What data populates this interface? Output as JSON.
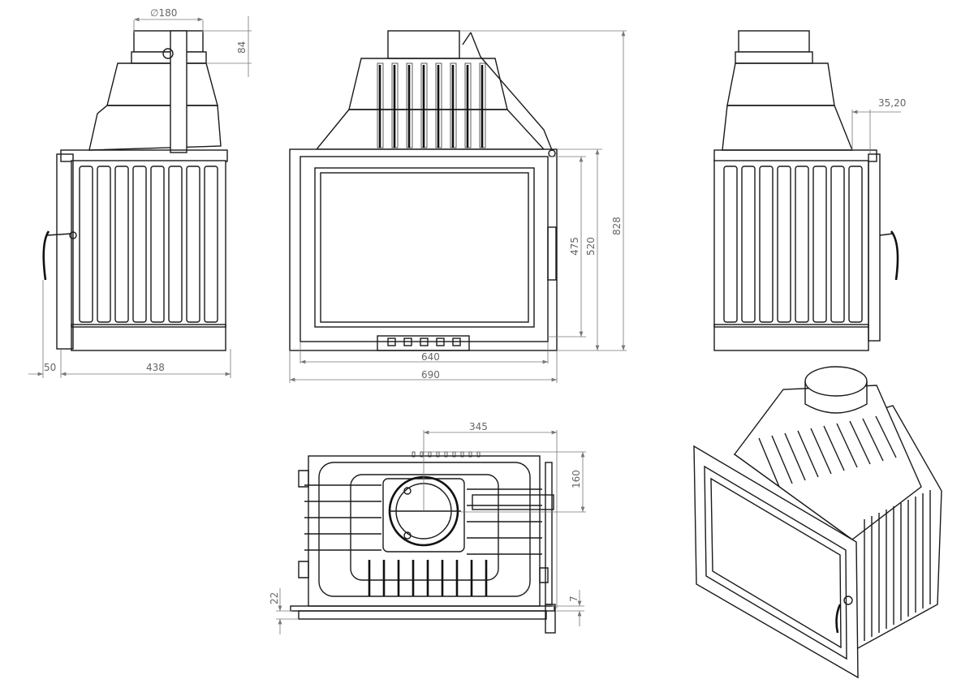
{
  "drawing": {
    "title_views": [
      "left-side-view",
      "front-view",
      "right-side-view",
      "top-plan-view",
      "isometric-view"
    ],
    "dimensions": {
      "flue_diameter": "∅180",
      "flue_height": "84",
      "side_offset": "50",
      "depth": "438",
      "glass_width": "640",
      "overall_width": "690",
      "glass_height": "475",
      "door_height": "520",
      "overall_height": "828",
      "side_offset_right": "35,20",
      "flue_center_offset": "345",
      "flue_depth_offset": "160",
      "frame_offset": "22",
      "door_offset": "7"
    },
    "colors": {
      "line": "#1a1a1a",
      "dimension": "#777777"
    }
  }
}
